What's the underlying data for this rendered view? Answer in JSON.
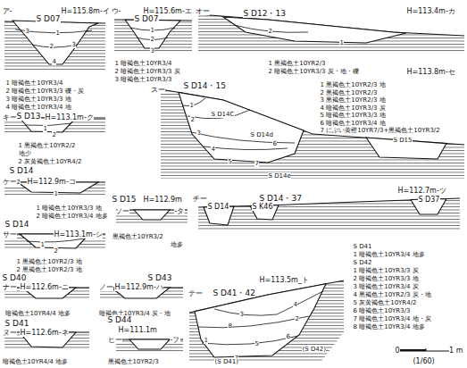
{
  "diagram": {
    "labels": [
      "ア-",
      "S D07",
      "H=115.8m-イ",
      "3",
      "1",
      "2",
      "4",
      "3",
      "1 暗褐色土10YR3/4",
      "2 暗褐色土10YR3/3 礫・炭",
      "3 暗褐色土10YR3/3 地",
      "4 暗褐色土10YR3/4 地",
      "ウ-",
      "S D07",
      "H=115.6m-エ",
      "1",
      "2",
      "3",
      "1 暗褐色土10YR3/4",
      "2 暗褐色土10YR3/3 炭",
      "3 暗褐色土10YR3/3",
      "オー",
      "S D12・13",
      "H=113.4m-カ",
      "2",
      "1",
      "1 黒褐色土10YR2/3",
      "2 暗褐色土10YR3/3 炭・地・礫",
      "スー",
      "S D14・15",
      "H=113.8m-セ",
      "1 黒褐色土10YR2/3 地",
      "2 黒褐色土10YR2/3",
      "3 黒褐色土10YR2/3 地",
      "4 暗褐色土10YR3/3 炭",
      "5 暗褐色土10YR3/3 地",
      "6 暗褐色土10YR3/4 地",
      "7 にぶい黄橙10YR7/3+黒褐色土10YR3/2",
      "S D14C",
      "S D14d",
      "S D14e",
      "S D15",
      "1",
      "2",
      "3",
      "4",
      "5",
      "6",
      "7",
      "キー",
      "S D13",
      "H=113.1m-ク",
      "1",
      "2",
      "1 黒褐色土10YR2/2",
      "地少",
      "2 灰黄褐色土10YR4/2",
      "S D14",
      "ケー",
      "2",
      "H=112.9m-コ",
      "1",
      "1 暗褐色土10YR3/3 地",
      "2 暗褐色土10YR3/4 地多",
      "S D14",
      "サー",
      "H=113.1m-シ",
      "1",
      "2",
      "1 黒褐色土10YR2/3 地",
      "2 黒褐色土10YR2/3 地",
      "S D15",
      "H=112.9m",
      "ソー",
      "-タ",
      "黒褐色土10YR3/2",
      "地多",
      "チー",
      "S D14・37",
      "H=112.7m-ツ",
      "S D37",
      "S K46",
      "S D14",
      "S D40",
      "ナー",
      "H=112.6m-ニ",
      "暗褐色土10YR4/4 地多",
      "S D43",
      "ノー",
      "H=112.9m-ハ",
      "暗褐色土10YR3/4 炭・地",
      "テー",
      "S D41・42",
      "H=113.5m_ト",
      "1",
      "2",
      "3",
      "4",
      "8",
      "5",
      "7",
      "6",
      "(S D42)",
      "(S D41)",
      "S D41",
      "1 暗褐色土10YR3/4 地多",
      "S D42",
      "1 暗褐色土10YR3/3 炭",
      "2 暗褐色土10YR3/3 地",
      "3 暗褐色土10YR3/4 炭",
      "4 黒褐色土10YR2/3 炭・地",
      "5 灰黄褐色土10YR4/2",
      "6 暗褐色土10YR3/3",
      "7 暗褐色土10YR3/4 地・炭",
      "8 暗褐色土10YR3/4 地多",
      "S D41",
      "ヌー",
      "H=112.6m-ネ",
      "暗褐色土10YR4/4 地多",
      "S D44",
      "H=111.1m",
      "ヒー",
      "-フ",
      "黒褐色土10YR2/3",
      "0",
      "1 m",
      "(1/60)"
    ]
  }
}
